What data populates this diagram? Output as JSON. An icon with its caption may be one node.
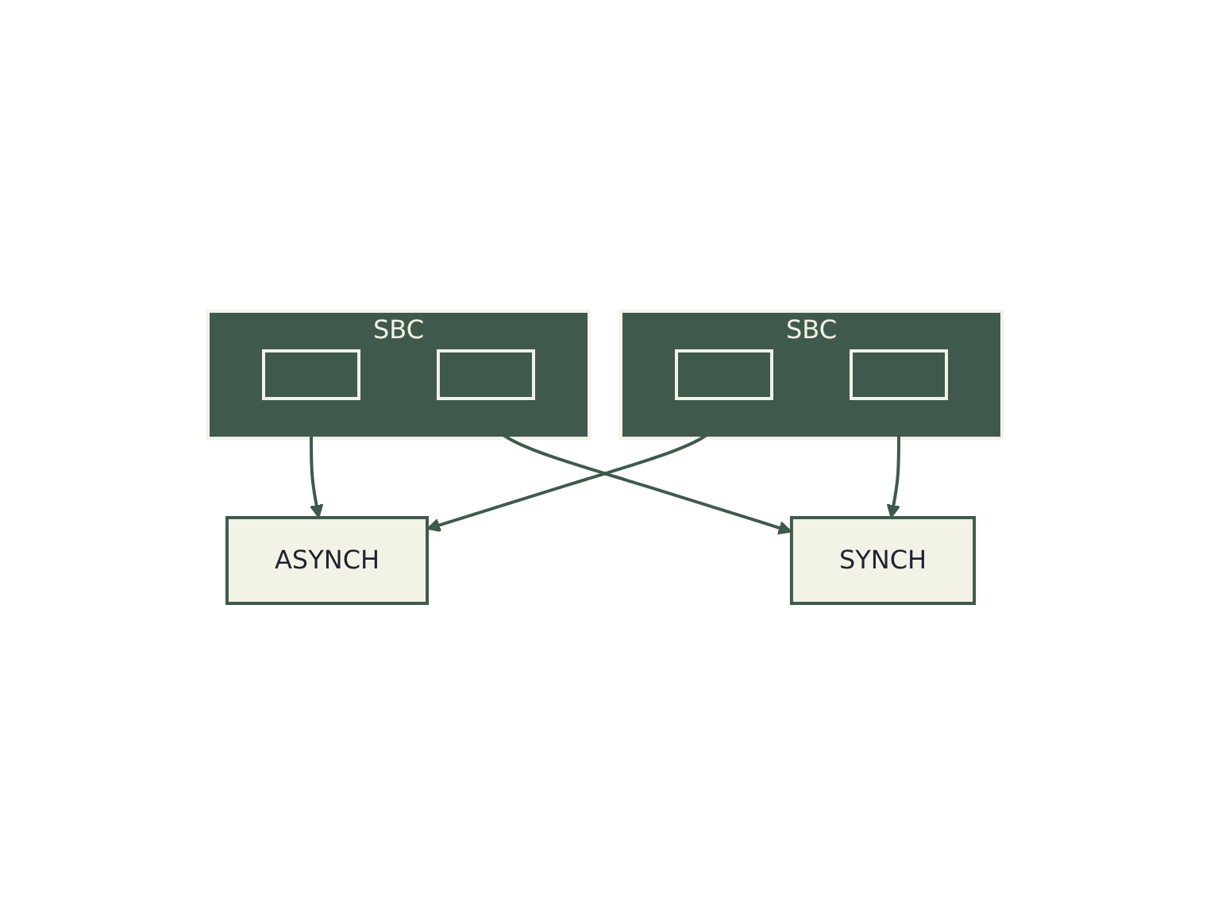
{
  "diagram": {
    "nodes": [
      {
        "text": [
          "SBC"
        ]
      },
      {
        "text": [],
        "shape": "box",
        "in": 0
      },
      {
        "text": [],
        "shape": "box",
        "in": 0
      },
      {
        "text": [
          "SBC"
        ]
      },
      {
        "text": [],
        "shape": "box",
        "in": 3
      },
      {
        "text": [],
        "shape": "box",
        "in": 3
      },
      {
        "text": [
          "SYNCH"
        ]
      },
      {
        "text": [
          "ASYNCH"
        ]
      }
    ],
    "edges": [
      {
        "from": 1,
        "to": 7,
        "arrow": "to"
      },
      {
        "from": 2,
        "to": 6,
        "arrow": "to"
      },
      {
        "from": 4,
        "to": 7,
        "arrow": "to"
      },
      {
        "from": 5,
        "to": 6,
        "arrow": "to"
      }
    ]
  }
}
